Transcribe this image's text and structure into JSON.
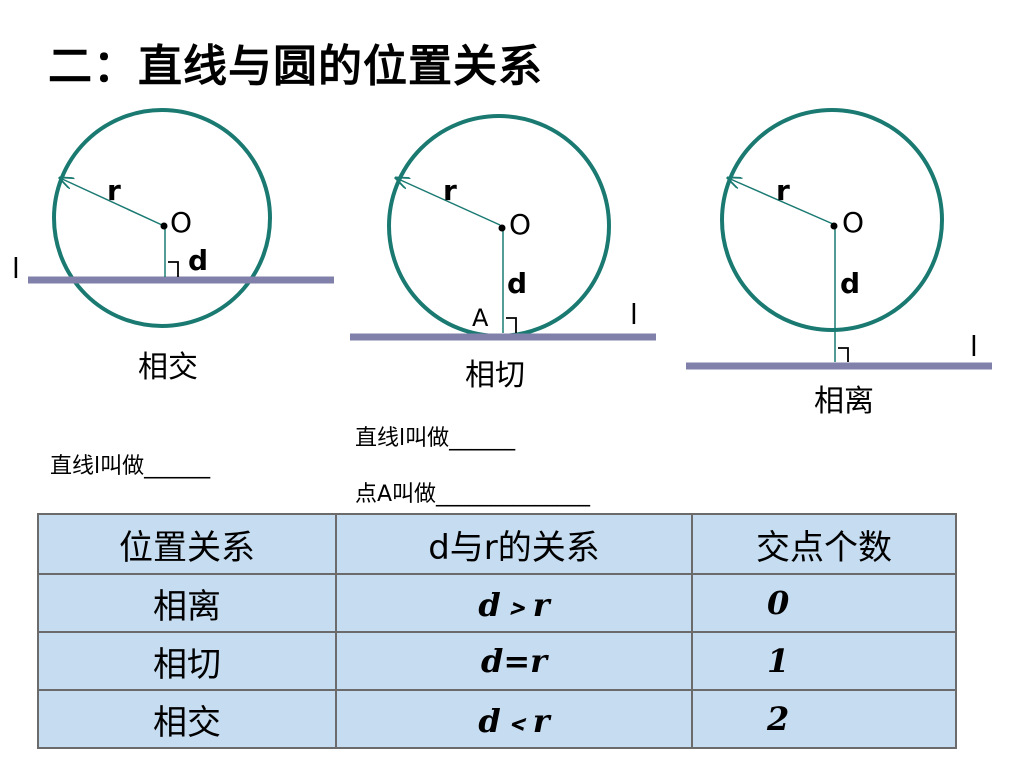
{
  "title": "二：直线与圆的位置关系",
  "diagrams": [
    {
      "caption": "相交",
      "r": "r",
      "o": "O",
      "d": "d",
      "l": "l",
      "a": ""
    },
    {
      "caption": "相切",
      "r": "r",
      "o": "O",
      "d": "d",
      "l": "l",
      "a": "A"
    },
    {
      "caption": "相离",
      "r": "r",
      "o": "O",
      "d": "d",
      "l": "l",
      "a": ""
    }
  ],
  "fill_blanks": {
    "line_intersect": "直线l叫做______",
    "line_tangent": "直线l叫做______",
    "point_a": "点A叫做______________"
  },
  "table": {
    "headers": [
      "位置关系",
      "d与r的关系",
      "交点个数"
    ],
    "rows": [
      [
        "相离",
        "d﹥r",
        "0"
      ],
      [
        "相切",
        "d=r",
        "1"
      ],
      [
        "相交",
        "d﹤r",
        "2"
      ]
    ]
  },
  "colors": {
    "circle": "#1a7a72",
    "line": "#8080aa",
    "table_bg": "#c6dcf0"
  }
}
